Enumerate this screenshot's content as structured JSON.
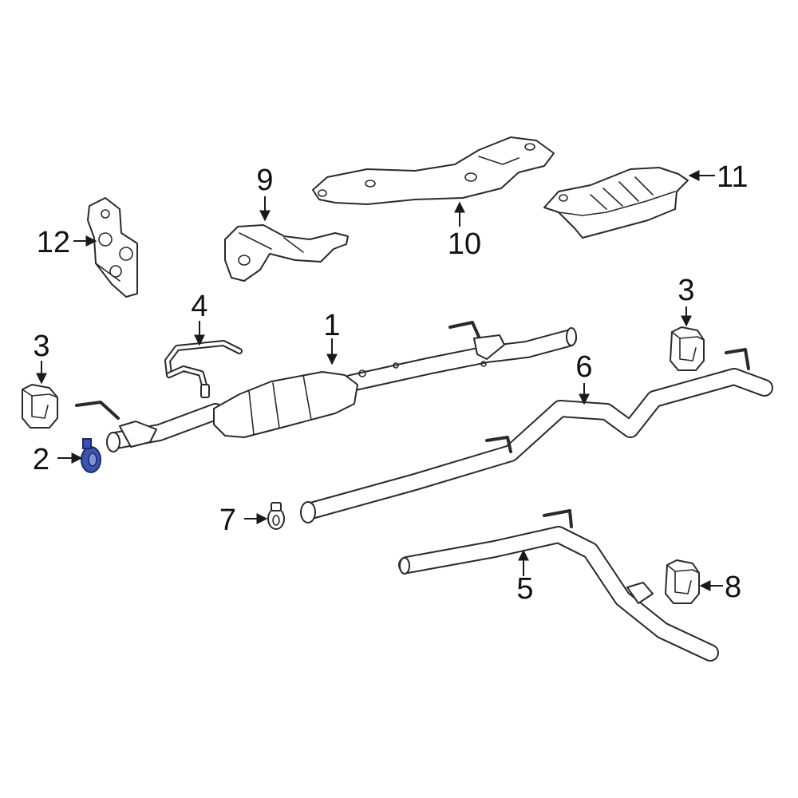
{
  "colors": {
    "line": "#2a2a2a",
    "background": "#ffffff",
    "highlight": "#3a55b0"
  },
  "highlighted_part": "2",
  "callouts": {
    "c1": "1",
    "c2": "2",
    "c3_left": "3",
    "c3_right": "3",
    "c4": "4",
    "c5": "5",
    "c6": "6",
    "c7": "7",
    "c8": "8",
    "c9": "9",
    "c10": "10",
    "c11": "11",
    "c12": "12"
  }
}
